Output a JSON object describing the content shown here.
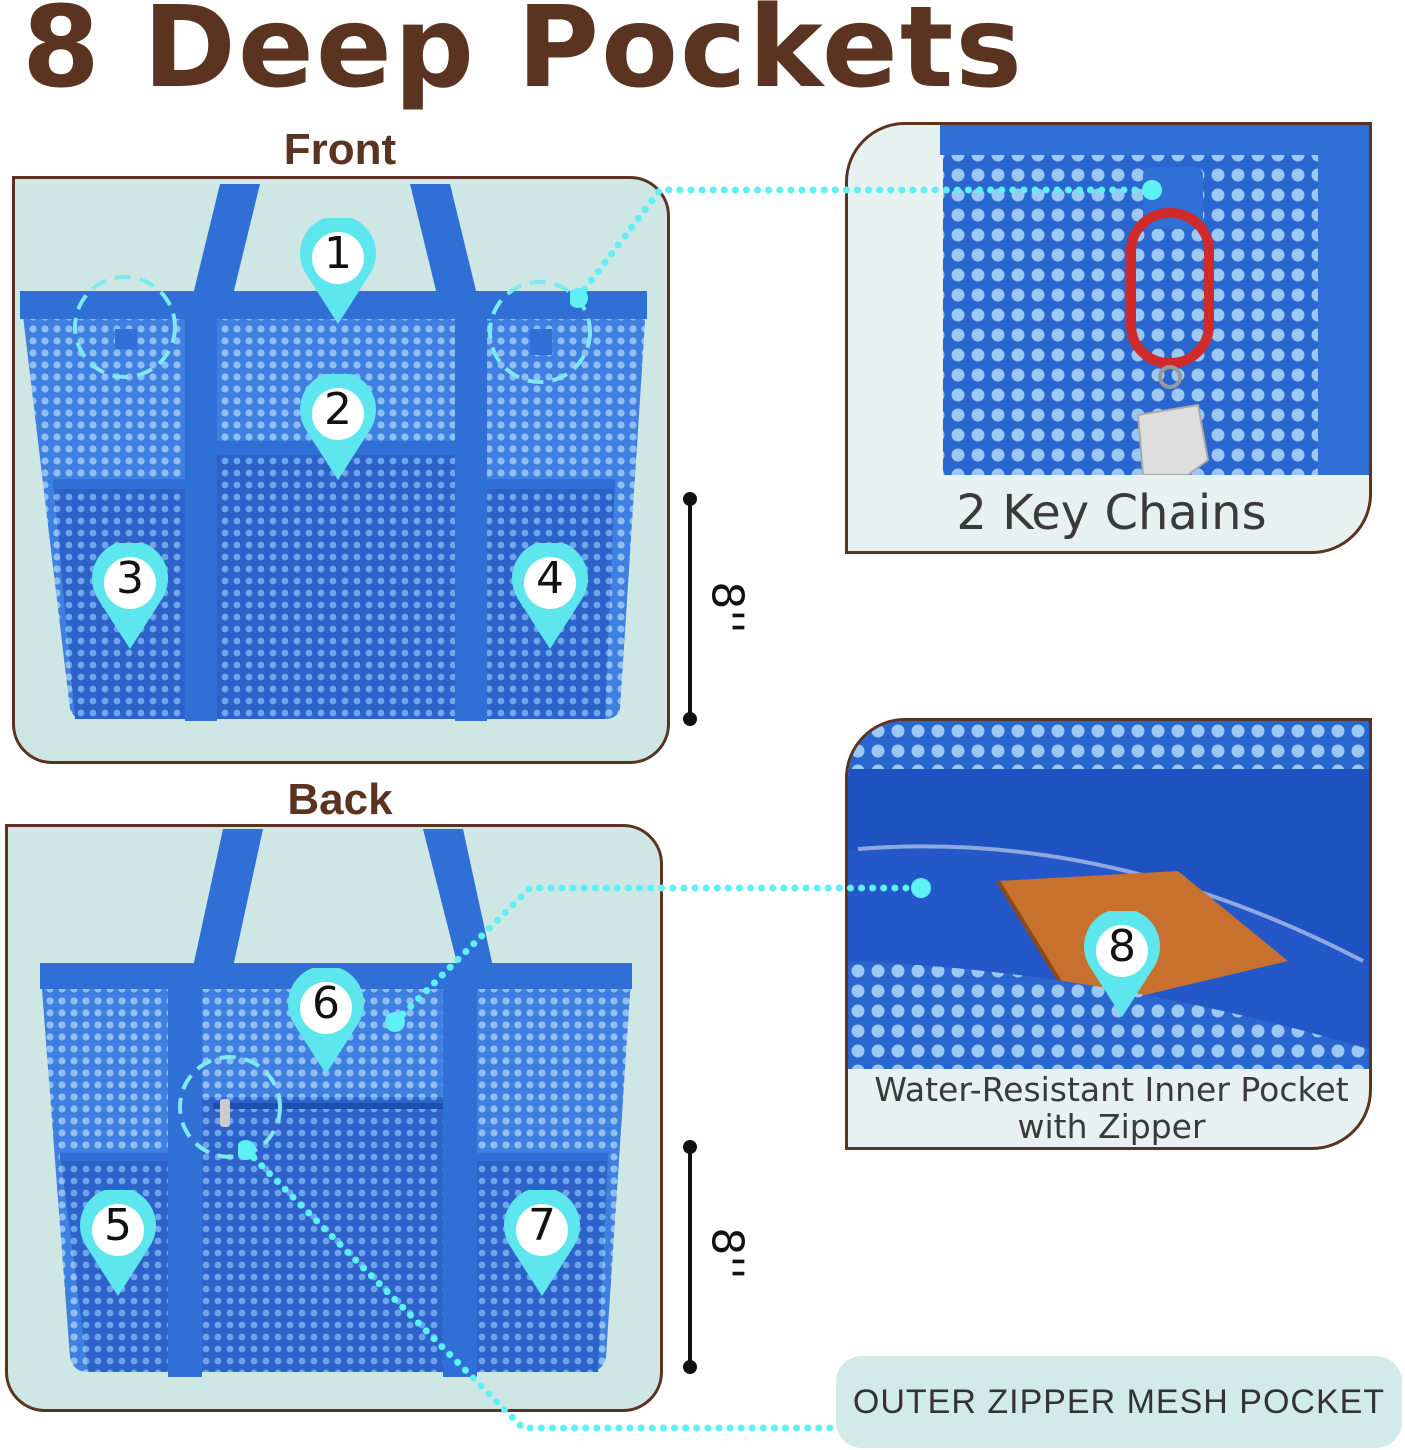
{
  "headline": "8 Deep Pockets",
  "front": {
    "title": "Front",
    "pockets": [
      "1",
      "2",
      "3",
      "4"
    ],
    "height_label": "8''"
  },
  "back": {
    "title": "Back",
    "pockets": [
      "5",
      "6",
      "7"
    ],
    "height_label": "8''"
  },
  "key_chains": {
    "caption": "2 Key Chains"
  },
  "inner_pocket": {
    "number": "8",
    "caption_line1": "Water-Resistant Inner Pocket",
    "caption_line2": "with Zipper"
  },
  "outer_pocket": {
    "label": "OUTER ZIPPER MESH POCKET"
  },
  "colors": {
    "title_brown": "#5a3420",
    "bag_blue": "#2f6fd6",
    "marker_cyan": "#5ee6ef",
    "panel_bg": "#cfe7e4",
    "dotted_line": "#5ef0f5"
  }
}
